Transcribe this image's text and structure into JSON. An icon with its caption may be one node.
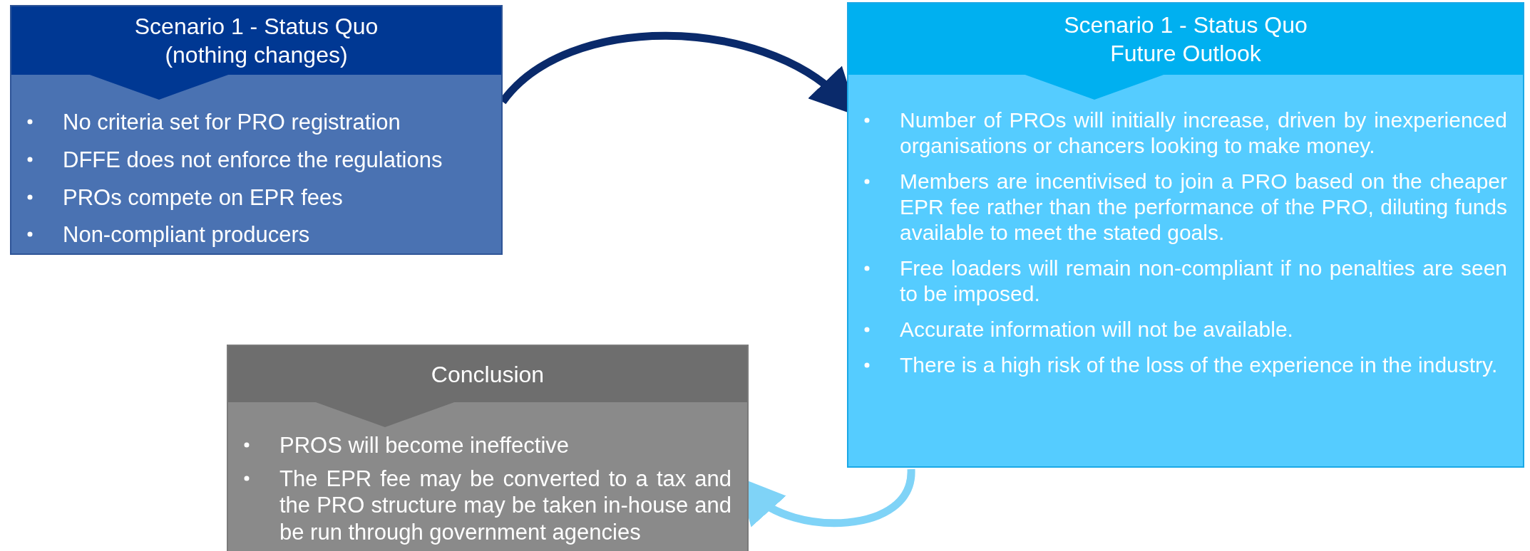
{
  "diagram": {
    "nodes": [
      {
        "text": [
          "Scenario 1 - Status Quo (nothing changes)",
          "No criteria set for PRO registration",
          "DFFE does not enforce the regulations",
          "PROs compete on EPR fees",
          "Non-compliant producers"
        ]
      },
      {
        "text": [
          "Scenario 1 - Status Quo Future Outlook",
          "Number of PROs will initially increase, driven by inexperienced organisations or chancers looking to make money.",
          "Members are incentivised to join a PRO based on the cheaper EPR fee rather than the performance of the PRO, diluting funds available to meet the stated goals.",
          "Free loaders will remain non-compliant if no penalties are seen to be imposed.",
          "Accurate information will not be available.",
          "There is a high risk of the loss of the experience in the industry."
        ]
      },
      {
        "text": [
          "Conclusion",
          "PROS will become ineffective",
          "The EPR fee may be converted to a tax and the PRO structure may be taken in-house and be run through government agencies"
        ]
      }
    ],
    "edges": [
      {
        "from": 0,
        "to": 1,
        "arrow": "to",
        "color": "#0a2a6b"
      },
      {
        "from": 1,
        "to": 2,
        "arrow": "to",
        "color": "#7fd3f7"
      }
    ]
  }
}
